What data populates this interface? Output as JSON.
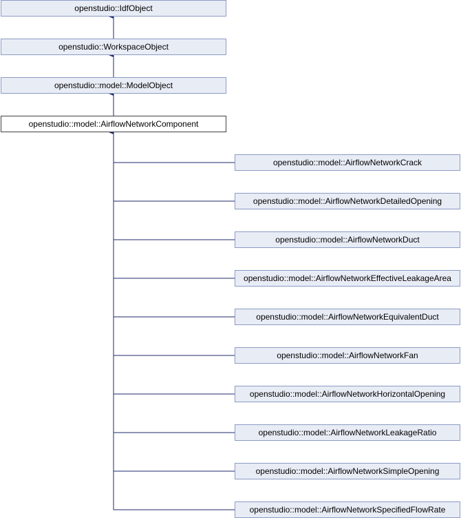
{
  "colors": {
    "node_fill": "#e8ecf5",
    "node_border": "#8a9bc4",
    "current_fill": "#ffffff",
    "current_border": "#404040",
    "edge": "#1c2a6b"
  },
  "ancestors": [
    {
      "label": "openstudio::IdfObject"
    },
    {
      "label": "openstudio::WorkspaceObject"
    },
    {
      "label": "openstudio::model::ModelObject"
    }
  ],
  "current": {
    "label": "openstudio::model::AirflowNetworkComponent"
  },
  "children": [
    {
      "label": "openstudio::model::AirflowNetworkCrack"
    },
    {
      "label": "openstudio::model::AirflowNetworkDetailedOpening"
    },
    {
      "label": "openstudio::model::AirflowNetworkDuct"
    },
    {
      "label": "openstudio::model::AirflowNetworkEffectiveLeakageArea"
    },
    {
      "label": "openstudio::model::AirflowNetworkEquivalentDuct"
    },
    {
      "label": "openstudio::model::AirflowNetworkFan"
    },
    {
      "label": "openstudio::model::AirflowNetworkHorizontalOpening"
    },
    {
      "label": "openstudio::model::AirflowNetworkLeakageRatio"
    },
    {
      "label": "openstudio::model::AirflowNetworkSimpleOpening"
    },
    {
      "label": "openstudio::model::AirflowNetworkSpecifiedFlowRate"
    }
  ]
}
